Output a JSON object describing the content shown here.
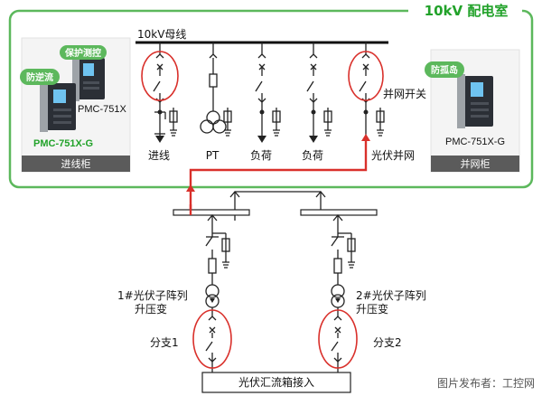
{
  "header": {
    "room_title": "10kV 配电室"
  },
  "busbar": {
    "label": "10kV母线"
  },
  "feeders": {
    "incoming": "进线",
    "pt": "PT",
    "load1": "负荷",
    "load2": "负荷",
    "pv_grid": "光伏并网",
    "tie_switch": "并网开关"
  },
  "cabinet_left": {
    "badge_anti_reverse": "防逆流",
    "badge_protect": "保护测控",
    "model_a": "PMC-751X",
    "model_b": "PMC-751X-G",
    "caption": "进线柜"
  },
  "cabinet_right": {
    "badge_anti_island": "防孤岛",
    "model": "PMC-751X-G",
    "caption": "并网柜"
  },
  "pv_side": {
    "array1": "1#光伏子阵列",
    "array1_sub": "升压变",
    "array2": "2#光伏子阵列",
    "array2_sub": "升压变",
    "branch1": "分支1",
    "branch2": "分支2",
    "combiner": "光伏汇流箱接入"
  },
  "watermark": "图片发布者：工控网",
  "colors": {
    "accent_green": "#5cb85c",
    "ring_red": "#d9302b",
    "device_dark": "#2b2f36"
  }
}
